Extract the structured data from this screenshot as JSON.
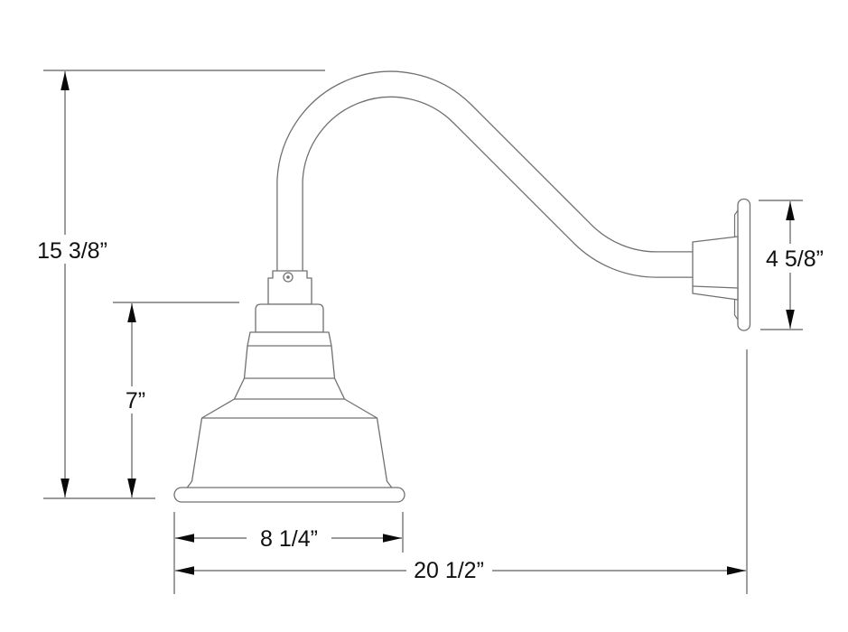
{
  "diagram": {
    "type": "dimensional-line-drawing",
    "subject": "gooseneck-barn-light-wall-fixture-side-view",
    "units_mark": "”",
    "labels": {
      "overall_height": "15 3/8”",
      "shade_height": "7”",
      "backplate_height": "4 5/8”",
      "shade_diameter": "8 1/4”",
      "overall_projection": "20 1/2”"
    },
    "colors": {
      "background": "#ffffff",
      "drawing_line": "#717171",
      "dimension_line": "#5e5e5e",
      "arrowhead": "#0a0a0a",
      "text": "#111111"
    }
  }
}
